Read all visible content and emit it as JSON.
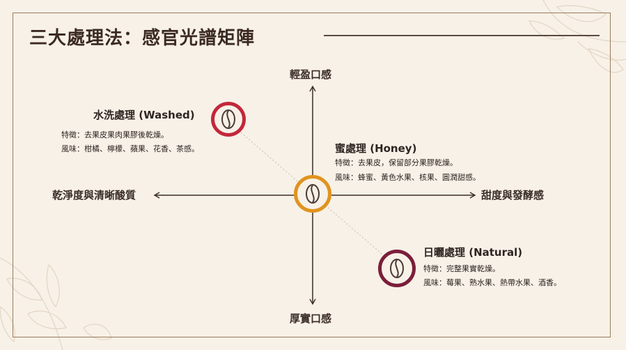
{
  "title": "三大處理法：感官光譜矩陣",
  "axes": {
    "top": "輕盈口感",
    "bottom": "厚實口感",
    "left": "乾淨度與清晰酸質",
    "right": "甜度與發酵感"
  },
  "processes": {
    "washed": {
      "name": "水洗處理 (Washed)",
      "feature": "特徵：去果皮果肉果膠後乾燥。",
      "flavor": "風味：柑橘、檸檬、蘋果、花香、茶感。",
      "color": "#c2283a"
    },
    "honey": {
      "name": "蜜處理 (Honey)",
      "feature": "特徵：去果皮，保留部分果膠乾燥。",
      "flavor": "風味：蜂蜜、黃色水果、核果、圓潤甜感。",
      "color": "#e0931e"
    },
    "natural": {
      "name": "日曬處理 (Natural)",
      "feature": "特徵：完整果實乾燥。",
      "flavor": "風味：莓果、熟水果、熱帶水果、酒香。",
      "color": "#7b1e3a"
    }
  },
  "icons": [
    "coffee-bean-icon",
    "arrow-up-icon",
    "arrow-down-icon",
    "arrow-left-icon",
    "arrow-right-icon"
  ]
}
